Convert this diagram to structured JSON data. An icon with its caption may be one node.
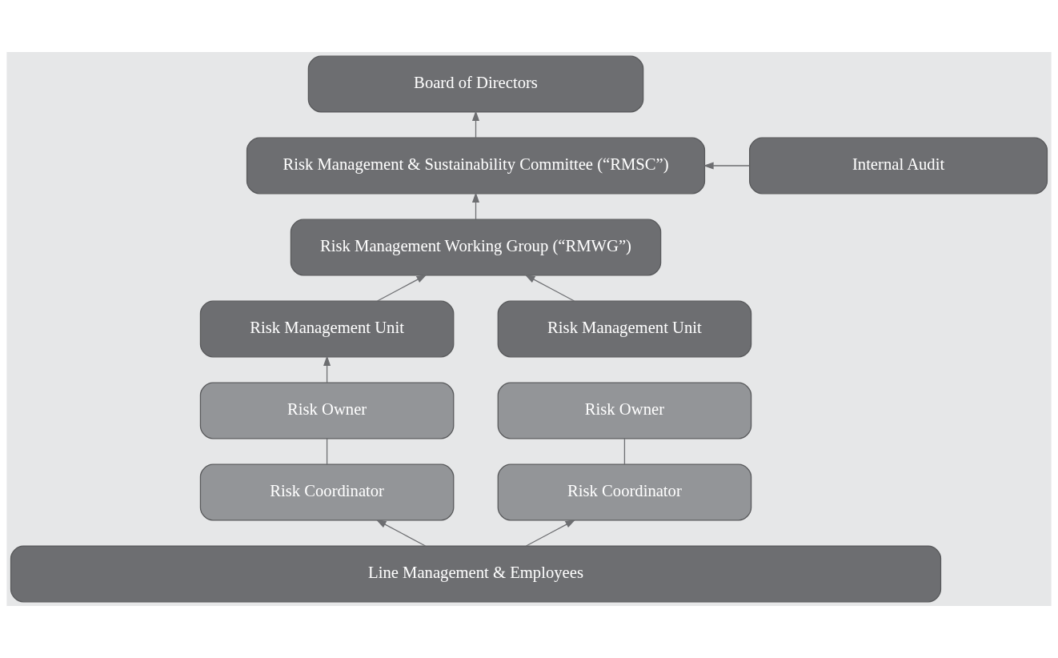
{
  "diagram": {
    "nodes": [
      {
        "text": [
          "Board of Directors"
        ]
      },
      {
        "text": [
          "Internal Audit"
        ]
      },
      {
        "text": [
          "Risk Management & Sustainability Committee (“RMSC”)"
        ]
      },
      {
        "text": [
          "Risk Management Working Group (“RMWG”)"
        ]
      },
      {
        "text": [
          "Risk Management Unit"
        ]
      },
      {
        "text": [
          "Risk Management Unit"
        ]
      },
      {
        "text": [
          "Risk Owner"
        ]
      },
      {
        "text": [
          "Risk Coordinator"
        ]
      },
      {
        "text": [
          "Risk Owner"
        ]
      },
      {
        "text": [
          "Risk Coordinator"
        ]
      },
      {
        "text": [
          "Line Management & Employees"
        ]
      }
    ],
    "edges": [
      {
        "from": 2,
        "to": 0,
        "arrow": "to"
      },
      {
        "from": 1,
        "to": 2,
        "arrow": "to"
      },
      {
        "from": 3,
        "to": 2,
        "arrow": "to"
      },
      {
        "from": 4,
        "to": 3,
        "arrow": "to"
      },
      {
        "from": 5,
        "to": 3,
        "arrow": "to"
      },
      {
        "from": 6,
        "to": 4,
        "arrow": "to"
      },
      {
        "from": 7,
        "to": 6,
        "arrow": "none"
      },
      {
        "from": 10,
        "to": 7,
        "arrow": "to"
      },
      {
        "from": 9,
        "to": 8,
        "arrow": "none"
      },
      {
        "from": 10,
        "to": 9,
        "arrow": "to"
      }
    ]
  }
}
